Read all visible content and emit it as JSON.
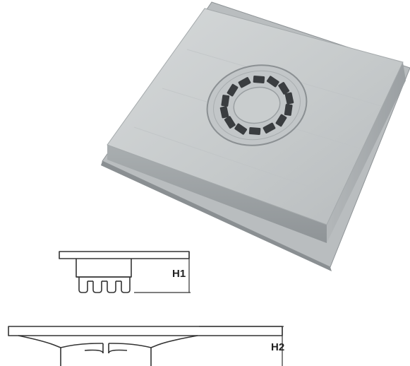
{
  "product_photo": {
    "subject": "square-grate-cover"
  },
  "drawings": [
    {
      "id": "small-cover-profile",
      "dimension_label": "H1"
    },
    {
      "id": "large-cover-profile",
      "dimension_label": "H2"
    }
  ],
  "colors": {
    "background": "#ffffff",
    "cover_top": "#c8cccd",
    "cover_edge": "#9ea3a5",
    "slot": "#3a3d40",
    "line": "#333333"
  }
}
